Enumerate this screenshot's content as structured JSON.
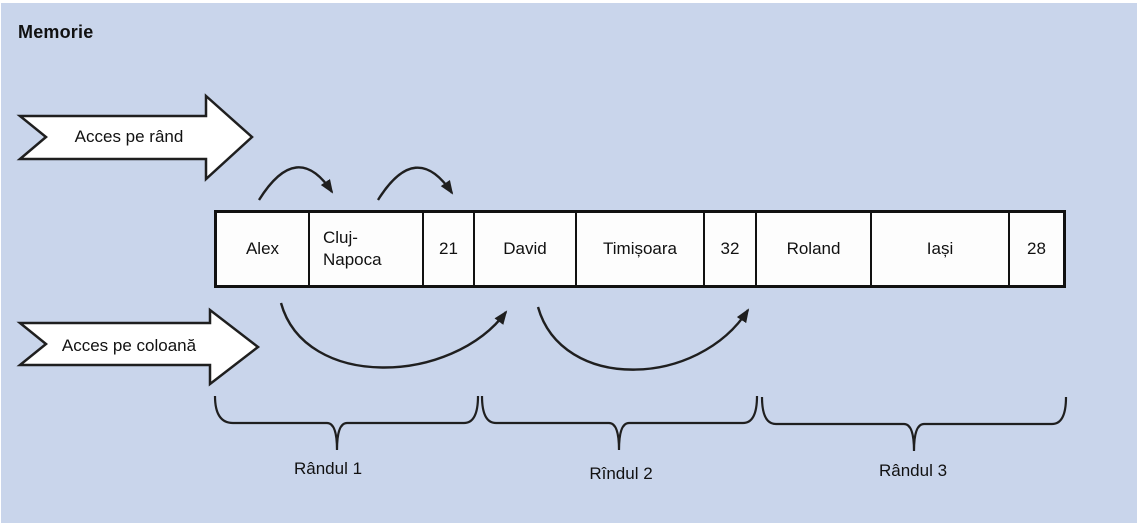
{
  "page": {
    "title": "Memorie"
  },
  "access_arrows": {
    "row": {
      "label": "Acces pe rând"
    },
    "column": {
      "label": "Acces pe coloană"
    }
  },
  "memory": {
    "cells": [
      "Alex",
      "Cluj-\nNapoca",
      "21",
      "David",
      "Timișoara",
      "32",
      "Roland",
      "Iași",
      "28"
    ]
  },
  "row_groups": [
    {
      "label": "Rândul 1",
      "cells": [
        "Alex",
        "Cluj-Napoca",
        "21"
      ]
    },
    {
      "label": "Rîndul 2",
      "cells": [
        "David",
        "Timișoara",
        "32"
      ]
    },
    {
      "label": "Rândul 3",
      "cells": [
        "Roland",
        "Iași",
        "28"
      ]
    }
  ],
  "colors": {
    "board_background": "#c9d5eb",
    "line": "#1f1f1f",
    "cell_background": "#fdfdfd",
    "text": "#111111"
  }
}
